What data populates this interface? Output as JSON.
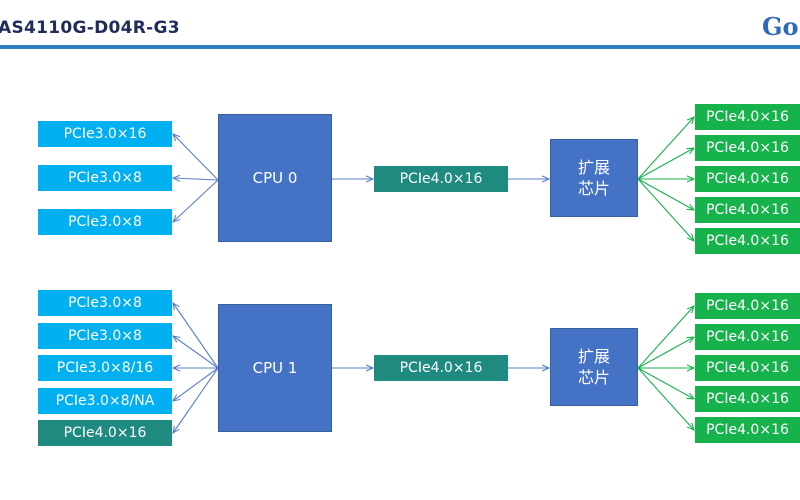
{
  "header": {
    "title": "AS4110G-D04R-G3",
    "logo": "Go"
  },
  "cpu0": {
    "label": "CPU 0",
    "left_ports": [
      "PCIe3.0×16",
      "PCIe3.0×8",
      "PCIe3.0×8"
    ],
    "link_label": "PCIe4.0×16",
    "switch_label": [
      "扩展",
      "芯片"
    ],
    "right_ports": [
      "PCIe4.0×16",
      "PCIe4.0×16",
      "PCIe4.0×16",
      "PCIe4.0×16",
      "PCIe4.0×16"
    ]
  },
  "cpu1": {
    "label": "CPU 1",
    "left_ports": [
      "PCIe3.0×8",
      "PCIe3.0×8",
      "PCIe3.0×8/16",
      "PCIe3.0×8/NA",
      "PCIe4.0×16"
    ],
    "link_label": "PCIe4.0×16",
    "switch_label": [
      "扩展",
      "芯片"
    ],
    "right_ports": [
      "PCIe4.0×16",
      "PCIe4.0×16",
      "PCIe4.0×16",
      "PCIe4.0×16",
      "PCIe4.0×16"
    ]
  },
  "colors": {
    "pcie3_port": "#00b0f0",
    "pcie4_link": "#1f8a80",
    "pcie4_slot": "#16b24b",
    "cpu": "#4472c4",
    "arrow": "#5b7fc7"
  }
}
